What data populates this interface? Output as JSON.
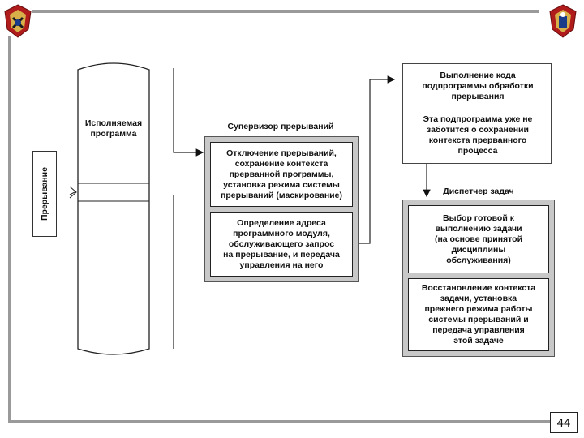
{
  "program": {
    "label": "Исполняемая\nпрограмма"
  },
  "interrupt_label": "Прерывание",
  "supervisor": {
    "title": "Супервизор прерываний",
    "box1": "Отключение прерываний,\nсохранение контекста\nпрерванной программы,\nустановка режима системы\nпрерываний (маскирование)",
    "box2": "Определение адреса\nпрограммного модуля,\nобслуживающего запрос\nна прерывание, и передача\nуправления на него"
  },
  "handler": {
    "title": "Выполнение кода\nподпрограммы обработки\nпрерывания",
    "note": "Эта подпрограмма уже не\nзаботится о сохранении\nконтекста прерванного\nпроцесса"
  },
  "dispatcher": {
    "title": "Диспетчер задач",
    "box1": "Выбор готовой к\nвыполнению задачи\n(на основе принятой\nдисциплины\nобслуживания)",
    "box2": "Восстановление контекста\nзадачи, установка\nпрежнего режима работы\nсистемы прерываний и\nпередача управления\nэтой задаче"
  },
  "page_number": "44",
  "colors": {
    "frame": "#9a9a9a",
    "box_fill": "#c8c8c8",
    "emblem_red": "#b01c1c",
    "emblem_gold": "#d8b04a",
    "emblem_blue": "#1a3a8a"
  },
  "icons": [
    "emblem-left-icon",
    "emblem-right-icon"
  ]
}
